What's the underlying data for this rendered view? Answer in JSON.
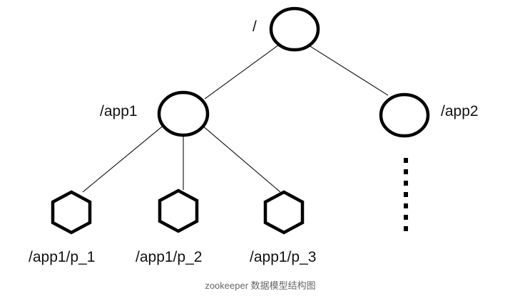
{
  "diagram": {
    "nodes": {
      "root": {
        "label": "/",
        "shape": "circle"
      },
      "app1": {
        "label": "/app1",
        "shape": "circle"
      },
      "app2": {
        "label": "/app2",
        "shape": "circle"
      },
      "p1": {
        "label": "/app1/p_1",
        "shape": "hexagon"
      },
      "p2": {
        "label": "/app1/p_2",
        "shape": "hexagon"
      },
      "p3": {
        "label": "/app1/p_3",
        "shape": "hexagon"
      }
    },
    "edges": [
      {
        "from": "root",
        "to": "app1"
      },
      {
        "from": "root",
        "to": "app2"
      },
      {
        "from": "app1",
        "to": "p1"
      },
      {
        "from": "app1",
        "to": "p2"
      },
      {
        "from": "app1",
        "to": "p3"
      }
    ],
    "continuation": {
      "under": "app2",
      "style": "vertical-dotted-line"
    },
    "caption": "zookeeper 数据模型结构图"
  }
}
